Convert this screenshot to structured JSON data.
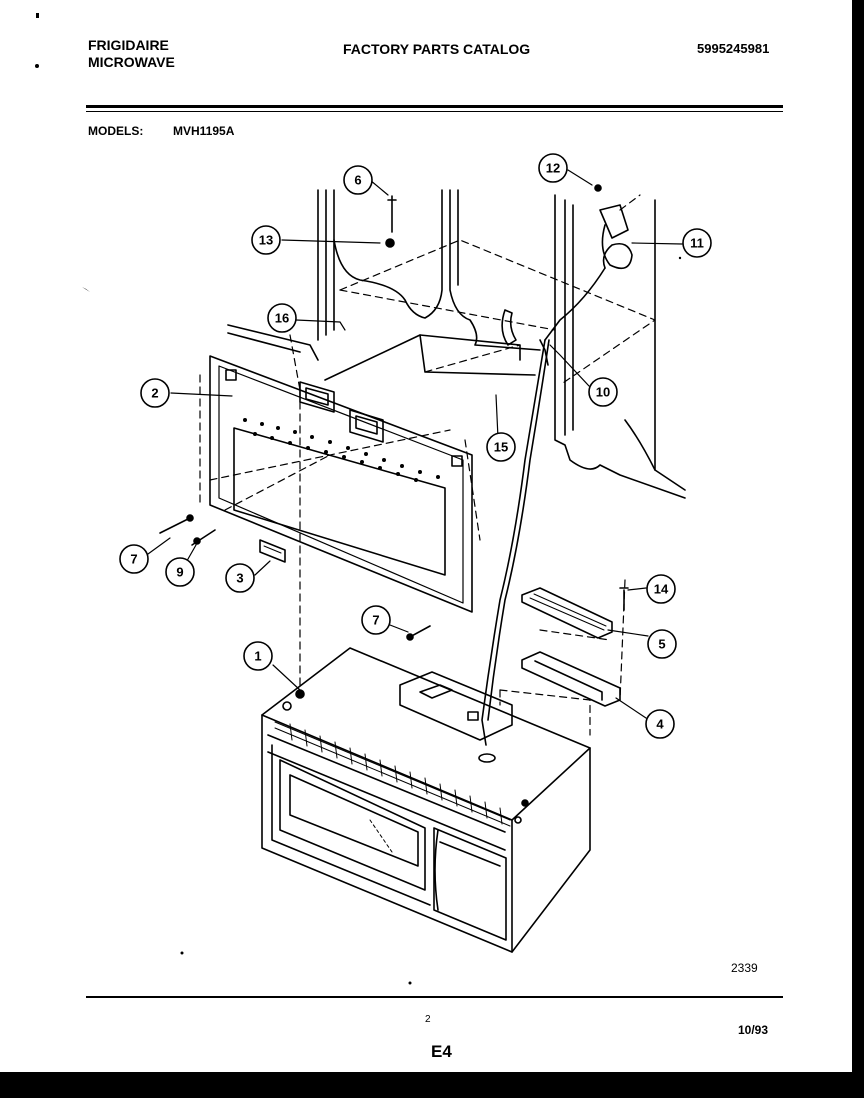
{
  "header": {
    "brand_line1": "FRIGIDAIRE",
    "brand_line2": "MICROWAVE",
    "catalog_title": "FACTORY PARTS CATALOG",
    "catalog_number": "5995245981"
  },
  "models": {
    "label": "MODELS:",
    "value": "MVH1195A"
  },
  "diagram": {
    "callouts": [
      {
        "id": "c1",
        "label": "1"
      },
      {
        "id": "c2",
        "label": "2"
      },
      {
        "id": "c3",
        "label": "3"
      },
      {
        "id": "c4",
        "label": "4"
      },
      {
        "id": "c5",
        "label": "5"
      },
      {
        "id": "c6",
        "label": "6"
      },
      {
        "id": "c7a",
        "label": "7"
      },
      {
        "id": "c7b",
        "label": "7"
      },
      {
        "id": "c9",
        "label": "9"
      },
      {
        "id": "c10",
        "label": "10"
      },
      {
        "id": "c11",
        "label": "11"
      },
      {
        "id": "c12",
        "label": "12"
      },
      {
        "id": "c13",
        "label": "13"
      },
      {
        "id": "c14",
        "label": "14"
      },
      {
        "id": "c15",
        "label": "15"
      },
      {
        "id": "c16",
        "label": "16"
      }
    ],
    "figure_number": "2339"
  },
  "footer": {
    "page_mark": "2",
    "date": "10/93",
    "section": "E4"
  }
}
